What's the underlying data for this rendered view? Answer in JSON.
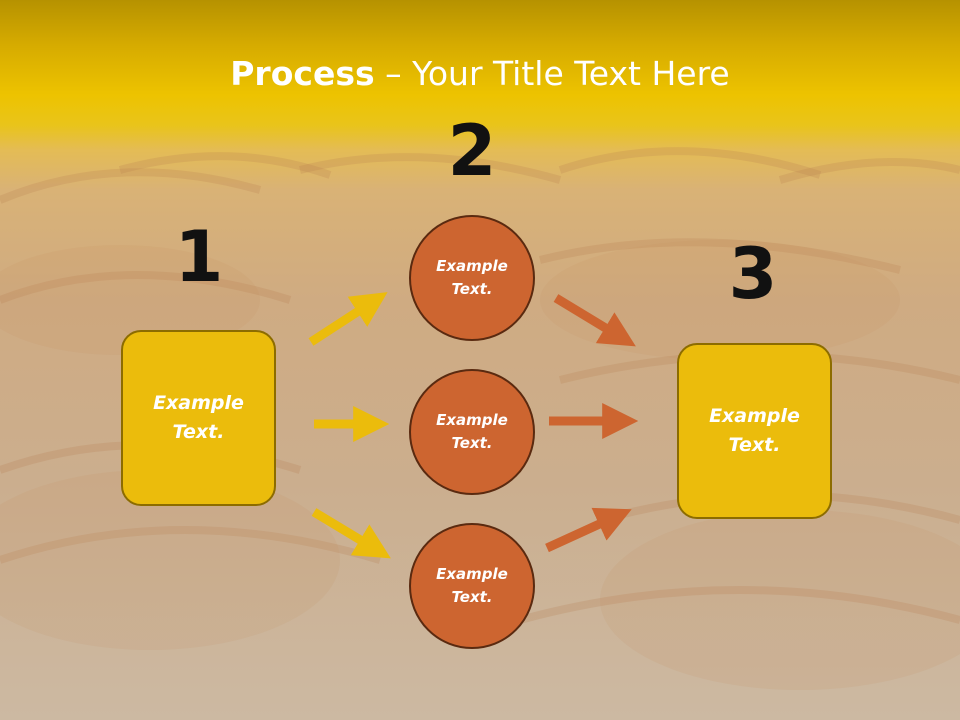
{
  "title": {
    "bold": "Process",
    "dash": " – ",
    "rest": "Your Title Text Here"
  },
  "numbers": [
    "1",
    "2",
    "3"
  ],
  "boxes": [
    {
      "text": "Example Text."
    },
    {
      "text": "Example Text."
    }
  ],
  "circles": [
    {
      "text": "Example Text."
    },
    {
      "text": "Example Text."
    },
    {
      "text": "Example Text."
    }
  ],
  "colors": {
    "yellow": "#ebbc0c",
    "orange": "#cd6530",
    "title_band": "#edc300"
  }
}
